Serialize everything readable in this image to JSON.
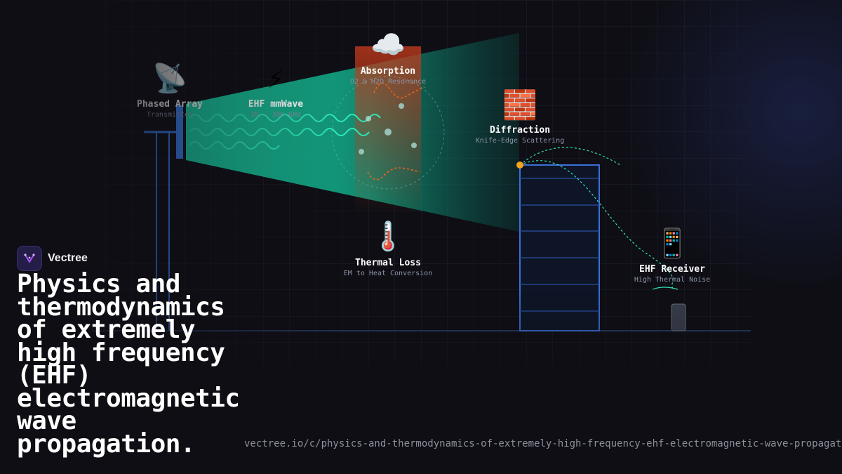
{
  "brand": {
    "name": "Vectree"
  },
  "headline": "Physics and thermodynamics of extremely high frequency (EHF) electromagnetic wave propagation.",
  "url": "vectree.io/c/physics-and-thermodynamics-of-extremely-high-frequency-ehf-electromagnetic-wave-propagation",
  "diagram": {
    "transmitter": {
      "icon": "satellite-antenna-icon",
      "glyph": "📡",
      "title": "Phased Array",
      "subtitle": "Transmitter"
    },
    "wave": {
      "icon": "lightning-icon",
      "glyph": "⚡",
      "title": "EHF mmWave",
      "subtitle": "30 - 300 GHz"
    },
    "absorption": {
      "icon": "cloud-icon",
      "glyph": "☁️",
      "title": "Absorption",
      "subtitle": "O2 & H2O Resonance"
    },
    "diffraction": {
      "icon": "brick-wall-icon",
      "glyph": "🧱",
      "title": "Diffraction",
      "subtitle": "Knife-Edge Scattering"
    },
    "thermal": {
      "icon": "thermometer-icon",
      "glyph": "🌡️",
      "title": "Thermal Loss",
      "subtitle": "EM to Heat Conversion"
    },
    "receiver": {
      "icon": "mobile-phone-icon",
      "glyph": "📱",
      "title": "EHF Receiver",
      "subtitle": "High Thermal Noise"
    }
  },
  "colors": {
    "beam": "#19d4a8",
    "wave": "#2ee8b8",
    "tower": "#3b82f6",
    "absorption_zone": "#c0391b",
    "resonance": "#f0621c",
    "edge_point": "#f5a31a",
    "brand_accent": "#a855f7"
  }
}
